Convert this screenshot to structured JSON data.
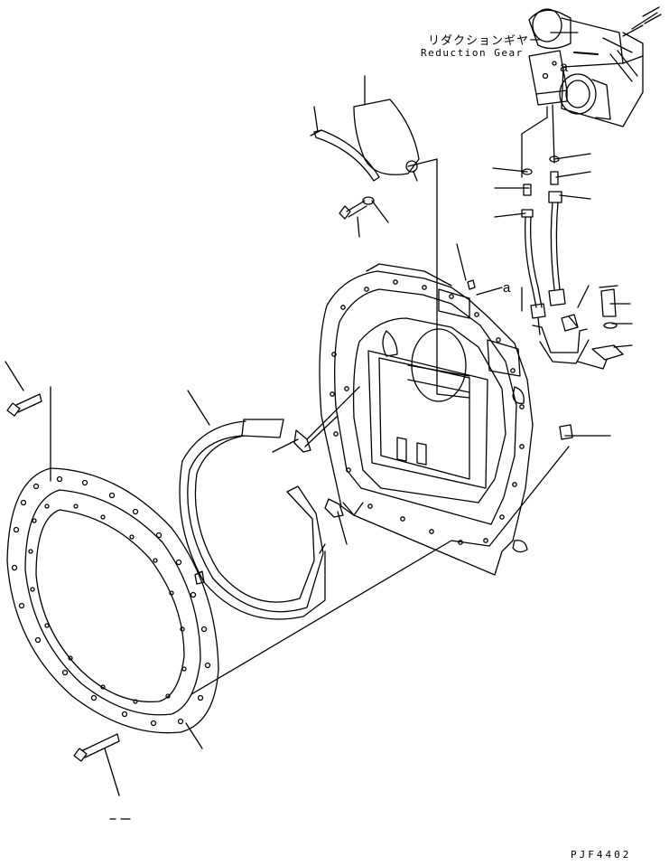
{
  "labels": {
    "reduction_gear_jp": "リダクションギヤー",
    "reduction_gear_en": "Reduction Gear",
    "ref_a_top": "a",
    "ref_a_mid": "a",
    "drawing_code": "PJF4402"
  },
  "colors": {
    "ink": "#000000",
    "paper": "#ffffff"
  }
}
